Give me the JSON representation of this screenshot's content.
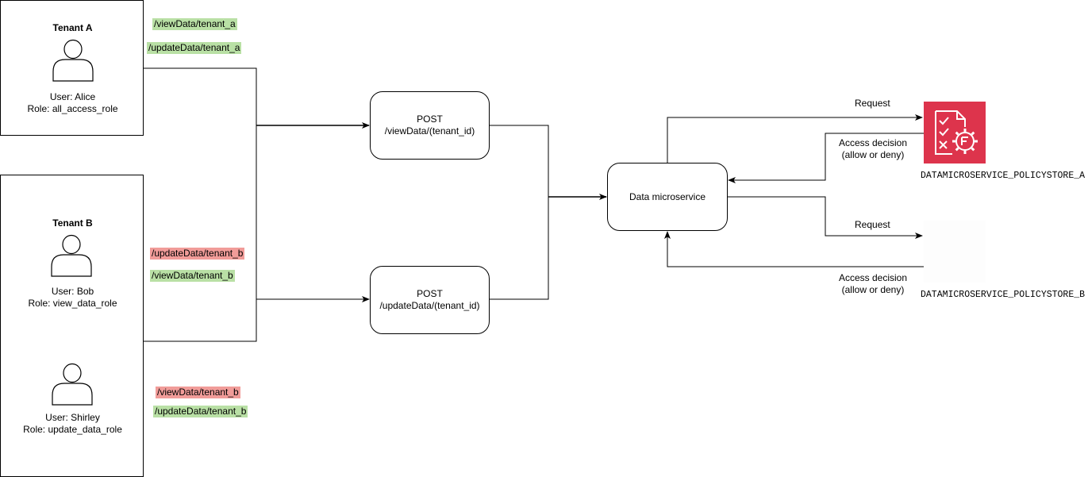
{
  "tenant_a": {
    "title": "Tenant A",
    "user_line": "User: Alice",
    "role_line": "Role: all_access_role",
    "paths": [
      {
        "label": "/viewData/tenant_a",
        "status": "allowed",
        "color": "#b9e0a5"
      },
      {
        "label": "/updateData/tenant_a",
        "status": "allowed",
        "color": "#b9e0a5"
      }
    ]
  },
  "tenant_b": {
    "title": "Tenant B",
    "bob": {
      "user_line": "User: Bob",
      "role_line": "Role: view_data_role",
      "paths": [
        {
          "label": "/updateData/tenant_b",
          "status": "denied",
          "color": "#f19c99"
        },
        {
          "label": "/viewData/tenant_b",
          "status": "allowed",
          "color": "#b9e0a5"
        }
      ]
    },
    "shirley": {
      "user_line": "User: Shirley",
      "role_line": "Role: update_data_role",
      "paths": [
        {
          "label": "/viewData/tenant_b",
          "status": "denied",
          "color": "#f19c99"
        },
        {
          "label": "/updateData/tenant_b",
          "status": "allowed",
          "color": "#b9e0a5"
        }
      ]
    }
  },
  "endpoints": {
    "view": {
      "method": "POST",
      "path": "/viewData/(tenant_id)"
    },
    "update": {
      "method": "POST",
      "path": "/updateData/(tenant_id)"
    }
  },
  "service": {
    "label": "Data microservice"
  },
  "policy_a": {
    "request_label": "Request",
    "decision_line1": "Access decision",
    "decision_line2": "(allow or deny)",
    "store_name": "DATAMICROSERVICE_POLICYSTORE_A",
    "icon": "verified-permissions-icon",
    "icon_color": "#dd344c"
  },
  "policy_b": {
    "request_label": "Request",
    "decision_line1": "Access decision",
    "decision_line2": "(allow or deny)",
    "store_name": "DATAMICROSERVICE_POLICYSTORE_B"
  }
}
